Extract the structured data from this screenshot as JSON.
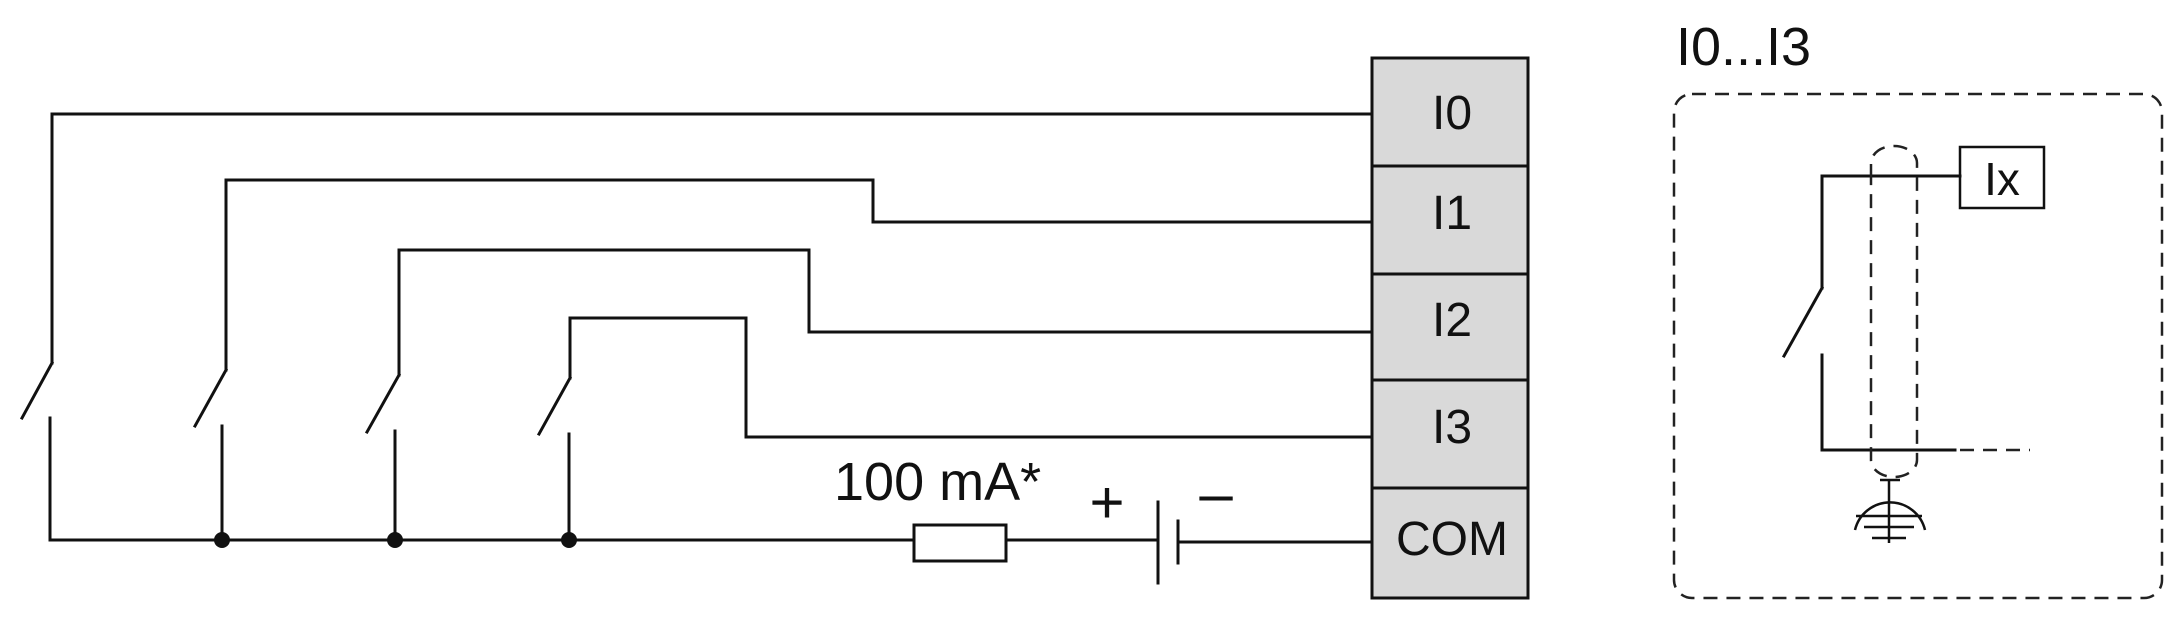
{
  "terminals": [
    {
      "label": "I0"
    },
    {
      "label": "I1"
    },
    {
      "label": "I2"
    },
    {
      "label": "I3"
    },
    {
      "label": "COM"
    }
  ],
  "fuse_label": "100 mA*",
  "polarity": {
    "plus": "+",
    "minus": "–"
  },
  "detail": {
    "title": "I0...I3",
    "terminal_label": "Ix"
  },
  "colors": {
    "terminal_fill": "#d9d9d9",
    "line": "#111111"
  },
  "icons": [
    "switch-icon",
    "fuse-icon",
    "battery-icon",
    "ground-icon",
    "shield-icon"
  ]
}
